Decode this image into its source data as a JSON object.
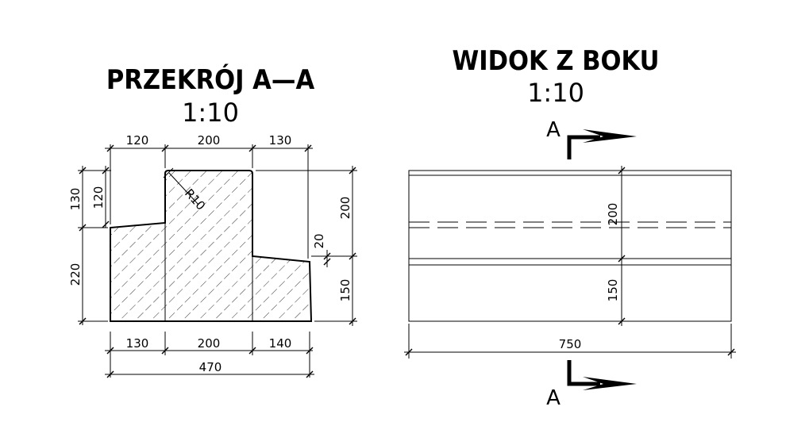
{
  "section_view": {
    "title": "PRZEKRÓJ A—A",
    "scale": "1:10",
    "radius_label": "R10",
    "dims_top": [
      "120",
      "200",
      "130"
    ],
    "dims_bottom": [
      "130",
      "200",
      "140"
    ],
    "dim_total": "470",
    "dims_left": [
      "130",
      "120",
      "220"
    ],
    "dims_right": [
      "200",
      "20",
      "150"
    ]
  },
  "side_view": {
    "title": "WIDOK Z BOKU",
    "scale": "1:10",
    "section_marker_top": "A",
    "section_marker_bottom": "A",
    "dim_upper": "200",
    "dim_lower": "150",
    "dim_length": "750"
  }
}
